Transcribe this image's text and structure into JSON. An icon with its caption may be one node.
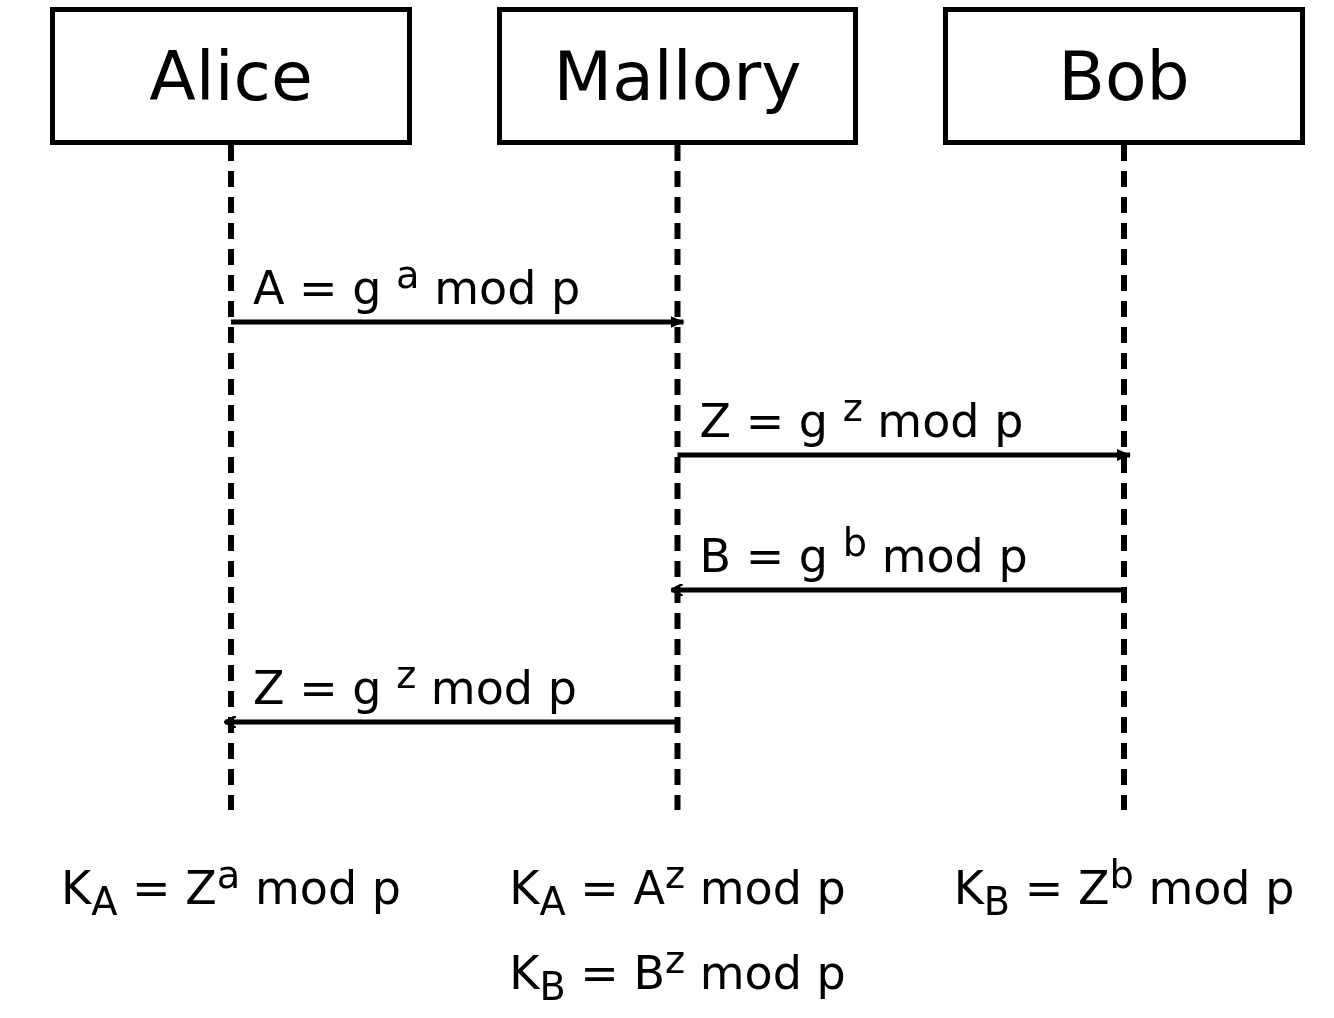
{
  "diagram": {
    "nodes": [
      {
        "text": [
          "Alice"
        ]
      },
      {
        "text": [
          "Mallory"
        ]
      },
      {
        "text": [
          "Bob"
        ]
      }
    ],
    "edges": [
      {
        "from": 0,
        "to": 1,
        "arrow": "to",
        "label": "A = g $^{a}$ mod p"
      },
      {
        "from": 1,
        "to": 2,
        "arrow": "to",
        "label": "Z = g $^{z}$ mod p"
      },
      {
        "from": 2,
        "to": 1,
        "arrow": "to",
        "label": "B = g $^{b}$ mod p"
      },
      {
        "from": 1,
        "to": 0,
        "arrow": "to",
        "label": "Z = g $^{z}$ mod p"
      }
    ],
    "labels": [
      "K$_{A}$ = Z$^{a}$ mod p",
      "K$_{A}$ = A$^{z}$ mod p",
      "K$_{B}$ = Z$^{b}$ mod p",
      "K$_{B}$ = B$^{z}$ mod p"
    ]
  }
}
